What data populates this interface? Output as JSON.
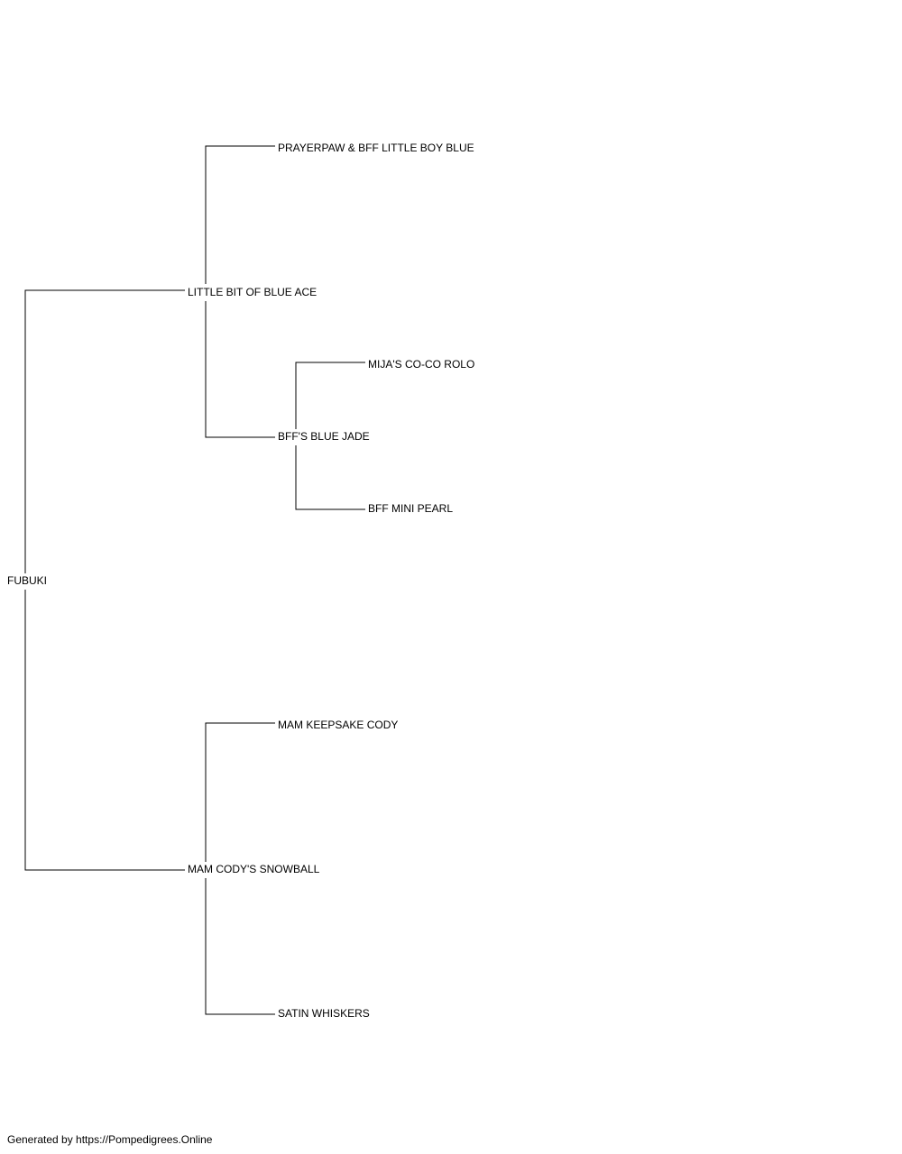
{
  "pedigree": {
    "subject": "FUBUKI",
    "sire": {
      "name": "LITTLE BIT OF BLUE ACE",
      "sire": {
        "name": "PRAYERPAW & BFF LITTLE BOY BLUE"
      },
      "dam": {
        "name": "BFF'S BLUE JADE",
        "sire": {
          "name": "MIJA'S CO-CO ROLO"
        },
        "dam": {
          "name": "BFF MINI PEARL"
        }
      }
    },
    "dam": {
      "name": "MAM CODY'S SNOWBALL",
      "sire": {
        "name": "MAM KEEPSAKE CODY"
      },
      "dam": {
        "name": "SATIN WHISKERS"
      }
    }
  },
  "footer": {
    "credit": "Generated by https://Pompedigrees.Online"
  },
  "colors": {
    "line": "#000000",
    "text": "#000000",
    "background": "#ffffff"
  }
}
